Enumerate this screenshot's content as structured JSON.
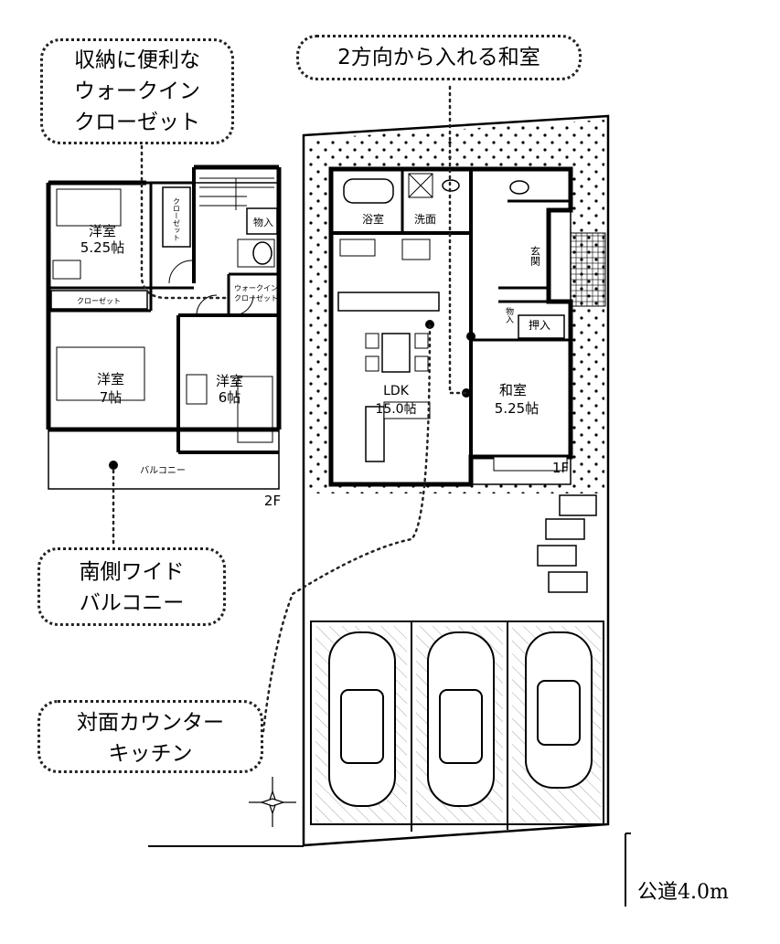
{
  "callouts": {
    "wic": [
      "収納に便利な",
      "ウォークイン",
      "クローゼット"
    ],
    "washitsu": [
      "2方向から入れる和室"
    ],
    "balcony": [
      "南側ワイド",
      "バルコニー"
    ],
    "kitchen": [
      "対面カウンター",
      "キッチン"
    ]
  },
  "floor2": {
    "label": "2F",
    "rooms": {
      "yoshitsu_a_name": "洋室",
      "yoshitsu_a_size": "5.25帖",
      "yoshitsu_b_name": "洋室",
      "yoshitsu_b_size": "7帖",
      "yoshitsu_c_name": "洋室",
      "yoshitsu_c_size": "6帖"
    },
    "closet_a": "クローゼット",
    "closet_b": "クローゼット",
    "storage": "物入",
    "wic_1": "ウォークイン",
    "wic_2": "クローゼット",
    "balcony": "バルコニー"
  },
  "floor1": {
    "label": "1F",
    "bath": "浴室",
    "wash": "洗面",
    "entrance": "玄関",
    "storage": "物入",
    "oshiire": "押入",
    "ldk_name": "LDK",
    "ldk_size": "15.0帖",
    "washitsu_name": "和室",
    "washitsu_size": "5.25帖"
  },
  "road": "公道4.0m",
  "colors": {
    "line": "#000000",
    "dotted": "#222222"
  }
}
